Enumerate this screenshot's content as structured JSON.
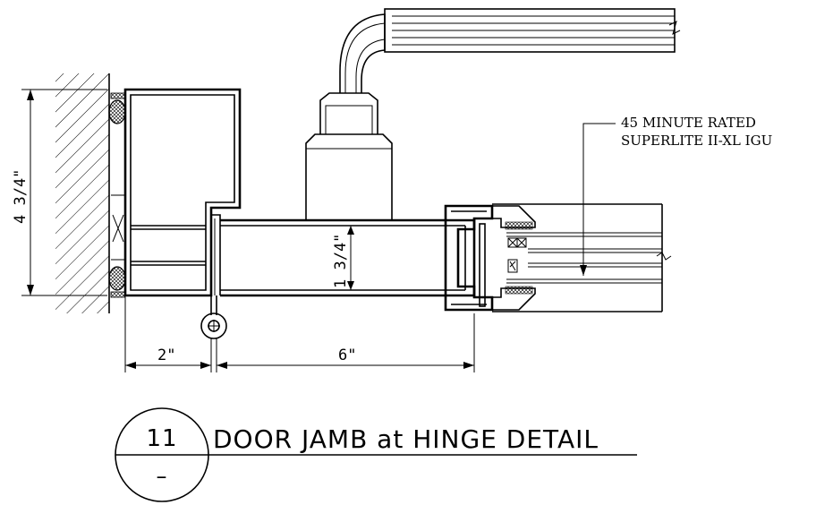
{
  "callout": {
    "line1": "45 MINUTE RATED",
    "line2": "SUPERLITE II-XL IGU"
  },
  "dimensions": {
    "overall_height": "4 3/4\"",
    "door_thickness": "1 3/4\"",
    "left_offset": "2\"",
    "width": "6\""
  },
  "title_block": {
    "detail_number": "11",
    "sheet_number": "–",
    "title": "DOOR JAMB at HINGE DETAIL"
  }
}
